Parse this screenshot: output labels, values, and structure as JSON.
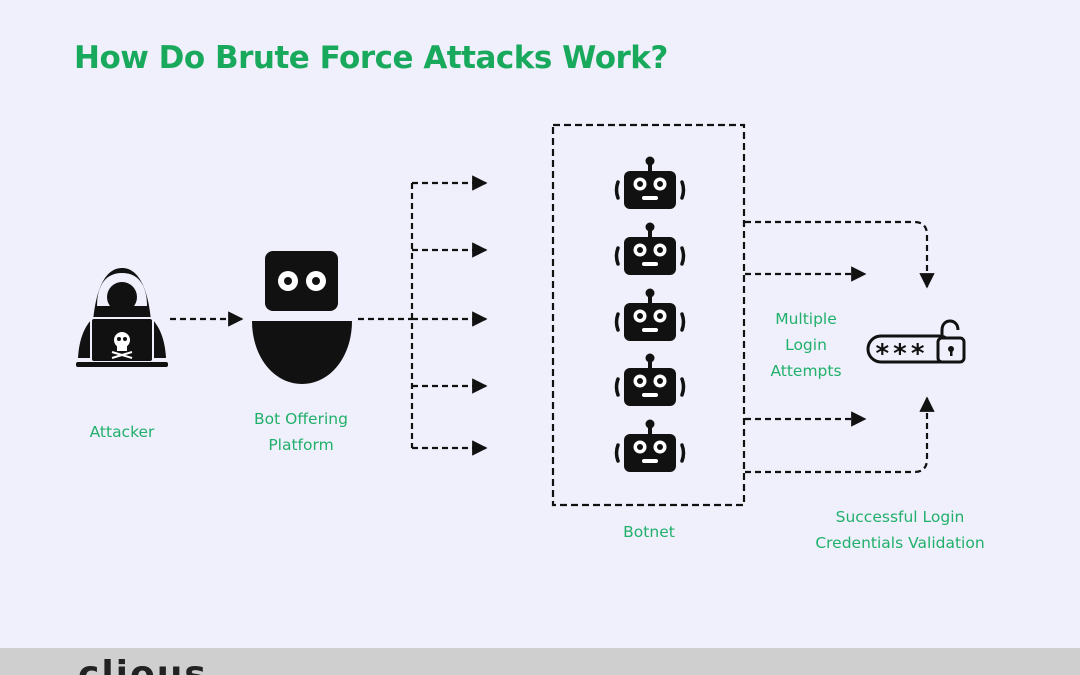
{
  "title": "How Do Brute Force Attacks Work?",
  "nodes": {
    "attacker": {
      "label": "Attacker",
      "icon": "hacker-icon"
    },
    "platform": {
      "label_line1": "Bot Offering",
      "label_line2": "Platform",
      "icon": "bot-head-icon"
    },
    "botnet": {
      "label": "Botnet",
      "icon": "robot-icon",
      "count": 5
    },
    "attempts": {
      "label_line1": "Multiple",
      "label_line2": "Login",
      "label_line3": "Attempts"
    },
    "validation": {
      "label_line1": "Successful Login",
      "label_line2": "Credentials Validation",
      "icon": "password-lock-icon",
      "masked_text": "***"
    }
  },
  "footer": {
    "brand_partial": "clious"
  },
  "colors": {
    "background": "#f0f0fd",
    "accent": "#19a95c",
    "label": "#21b06a",
    "ink": "#111111",
    "footer": "#cfcfcf"
  }
}
